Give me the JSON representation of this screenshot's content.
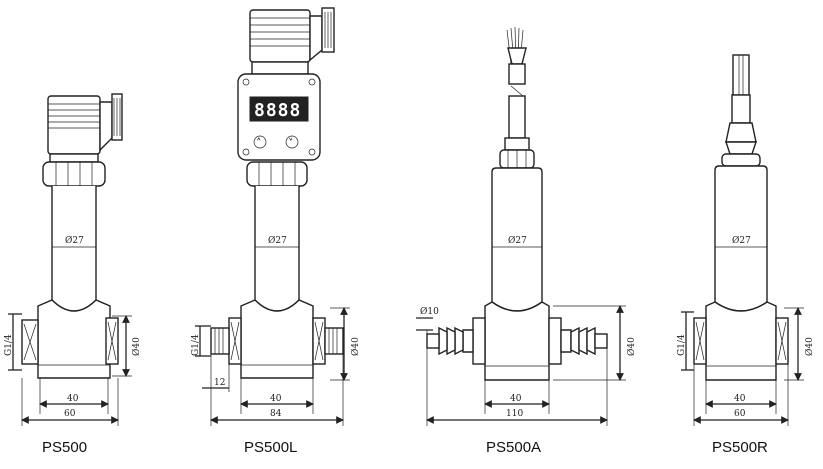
{
  "drawings": [
    {
      "model": "PS500",
      "tube_diameter": "Ø27",
      "port_thread": "G1/4",
      "body_height": "Ø40",
      "body_width": "40",
      "overall_width": "60"
    },
    {
      "model": "PS500L",
      "tube_diameter": "Ø27",
      "port_thread": "G1/4",
      "port_length": "12",
      "body_height": "Ø40",
      "body_width": "40",
      "overall_width": "84",
      "display_digits": "8888",
      "button_up_glyph": "˄",
      "button_down_glyph": "˅"
    },
    {
      "model": "PS500A",
      "tube_diameter": "Ø27",
      "barb_diameter": "Ø10",
      "body_height": "Ø40",
      "body_width": "40",
      "overall_width": "110"
    },
    {
      "model": "PS500R",
      "tube_diameter": "Ø27",
      "port_thread": "G1/4",
      "body_height": "Ø40",
      "body_width": "40",
      "overall_width": "60"
    }
  ]
}
